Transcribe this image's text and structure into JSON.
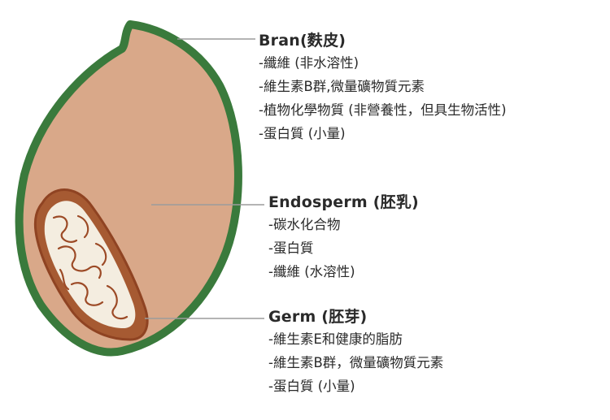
{
  "labels": {
    "bran": {
      "title": "Bran(麩皮)",
      "items": [
        "-纖維 (非水溶性)",
        "-維生素B群,微量礦物質元素",
        "-植物化學物質 (非營養性，但具生物活性)",
        "-蛋白質 (小量)"
      ]
    },
    "endosperm": {
      "title": "Endosperm (胚乳)",
      "items": [
        "-碳水化合物",
        "-蛋白質",
        "-纖維 (水溶性)"
      ]
    },
    "germ": {
      "title": "Germ (胚芽)",
      "items": [
        "-維生素E和健康的脂肪",
        "-維生素B群，微量礦物質元素",
        "-蛋白質 (小量)"
      ]
    }
  },
  "colors": {
    "bran_outline": "#3a7a3c",
    "endosperm_fill": "#d9a889",
    "germ_outline": "#9c4a26",
    "germ_fill": "#f4ede0",
    "leader_line": "#9c9c9c"
  }
}
